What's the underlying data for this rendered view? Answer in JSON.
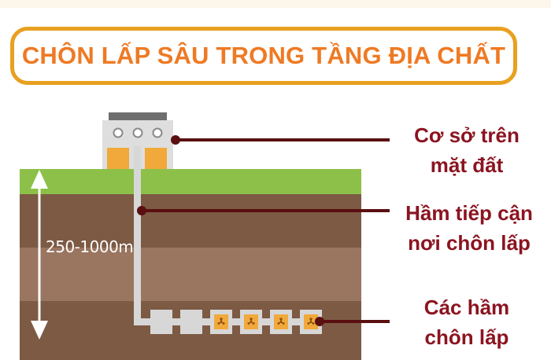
{
  "title": "CHÔN LẤP SÂU TRONG TẦNG ĐỊA CHẤT",
  "depth_label": "250-1000m",
  "labels": {
    "surface_facility": [
      "Cơ sở trên",
      "mặt đất"
    ],
    "access_tunnel": [
      "Hầm tiếp cận",
      "nơi chôn lấp"
    ],
    "disposal_tunnels": [
      "Các hầm",
      "chôn lấp"
    ]
  },
  "icons": [
    "radiation-icon"
  ],
  "colors": {
    "title_border": "#e8a020",
    "title_text": "#ee7a24",
    "label_text": "#8b1420",
    "grass": "#8cc049",
    "soil_dark": "#7d5a44",
    "soil_light": "#9a7560",
    "waste_container": "#f0a93a"
  }
}
